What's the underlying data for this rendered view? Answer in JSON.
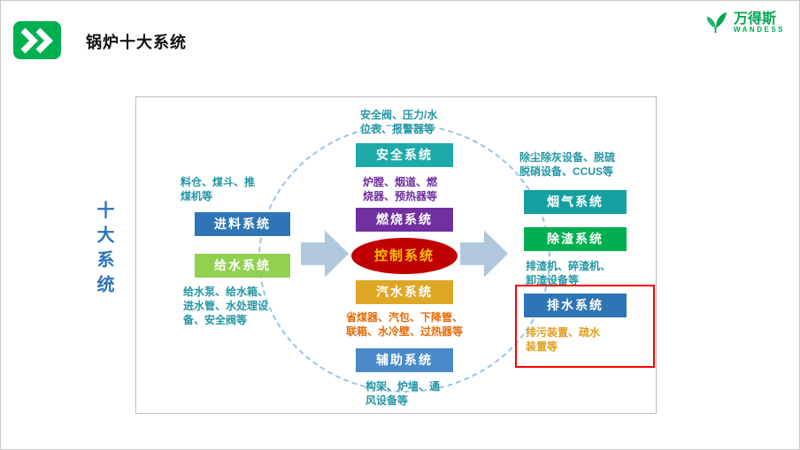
{
  "header": {
    "title": "锅炉十大系统",
    "logo_name": "万得斯",
    "logo_sub": "WANDESS"
  },
  "side_label": "十大系统",
  "colors": {
    "brand_green": "#00A650",
    "badge_green": "#00B050",
    "side_label_blue": "#2E75B6",
    "arrow_blue": "#B0C7DC",
    "ellipse_dash_blue": "#9CC2E5",
    "highlight_red": "#FF0000",
    "canvas_border": "#BFBFBF"
  },
  "nodes": {
    "safety": {
      "label": "安全系统",
      "color": "#1FAAAA",
      "note": "安全阀、压力/水\n位表、报警器等",
      "note_color": "#2396A6"
    },
    "combustion": {
      "label": "燃烧系统",
      "color": "#7030A0",
      "note": "炉膛、烟道、燃\n烧器、预热器等",
      "note_color": "#7030A0"
    },
    "control": {
      "label": "控制系统",
      "color": "#C00000",
      "text_color": "#FFC000"
    },
    "steam": {
      "label": "汽水系统",
      "color": "#DFA726",
      "note": "省煤器、汽包、下降管、\n联箱、水冷壁、过热器等",
      "note_color": "#E36C09"
    },
    "auxiliary": {
      "label": "辅助系统",
      "color": "#4A8AC9",
      "note": "构架、炉墙、通\n风设备等",
      "note_color": "#2396A6"
    },
    "feed": {
      "label": "进料系统",
      "color": "#2E75B6",
      "note": "料仓、煤斗、推\n煤机等",
      "note_color": "#2396A6"
    },
    "water": {
      "label": "给水系统",
      "color": "#92D050",
      "note": "给水泵、给水箱、\n进水管、水处理设\n备、安全阀等",
      "note_color": "#2396A6"
    },
    "flue": {
      "label": "烟气系统",
      "color": "#14A0A0",
      "note": "除尘除灰设备、脱硫\n脱硝设备、CCUS等",
      "note_color": "#2396A6"
    },
    "slag": {
      "label": "除渣系统",
      "color": "#00B050",
      "note": "排渣机、碎渣机、\n卸渣设备等",
      "note_color": "#2396A6"
    },
    "drain": {
      "label": "排水系统",
      "color": "#2E75B6",
      "note": "排污装置、疏水\n装置等",
      "note_color": "#DFA020"
    }
  }
}
